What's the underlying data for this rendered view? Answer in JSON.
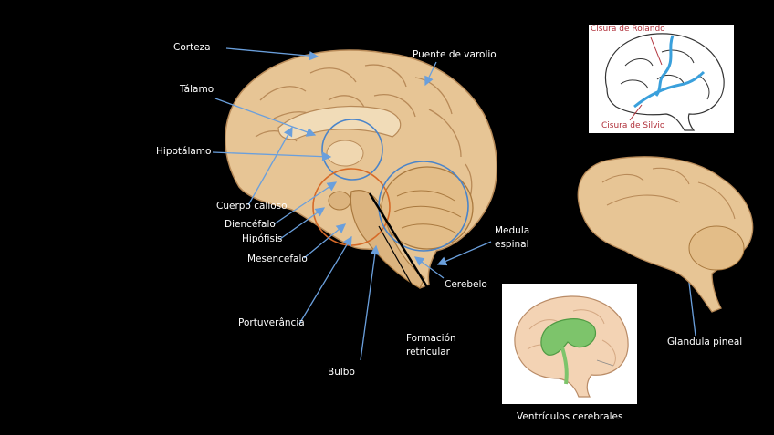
{
  "labels": {
    "corteza": "Corteza",
    "puente": "Puente de varolio",
    "talamo": "Tálamo",
    "hipotalamo": "Hipotálamo",
    "cuerpo_calloso": "Cuerpo calloso",
    "diencefalo": "Diencéfalo",
    "hipofisis": "Hipófisis",
    "mesencefalo": "Mesencefalo",
    "medula_1": "Medula",
    "medula_2": "espinal",
    "cerebelo": "Cerebelo",
    "portuverancia": "Portuverância",
    "formacion_1": "Formación",
    "formacion_2": "retricular",
    "bulbo": "Bulbo",
    "glandula": "Glandula pineal",
    "ventriculos": "Ventrículos cerebrales"
  },
  "inset_fissures": {
    "rolando": "Cisura de Rolando",
    "silvio": "Cisura de Silvio"
  },
  "colors": {
    "brain": "#e7c595",
    "brain_shadow": "#c99d6b",
    "arrow": "#6a9fdc",
    "circle_blue": "#4a84c9",
    "circle_orange": "#d66a28",
    "fissure_blue": "#3aa0dc",
    "fissure_red": "#b0303a",
    "ventricle_green": "#7dc46b"
  }
}
